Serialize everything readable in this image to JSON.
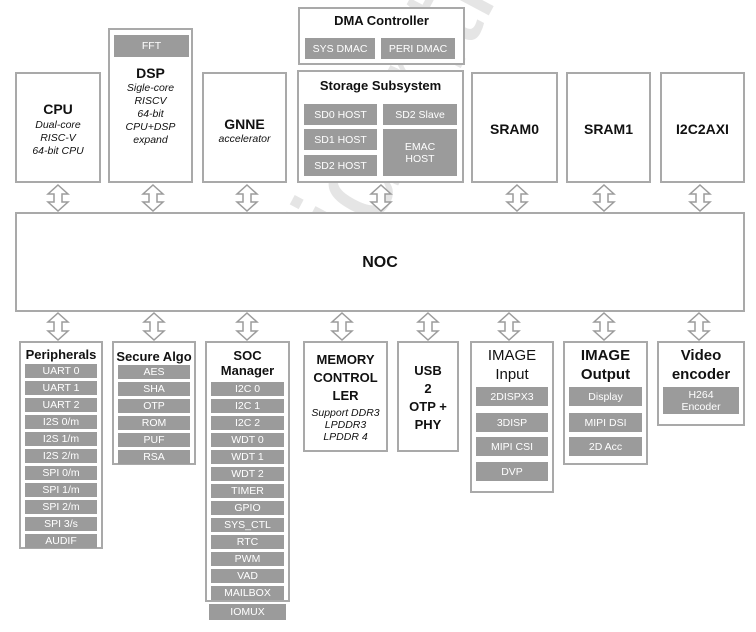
{
  "watermark": "fidential",
  "dma": {
    "title": "DMA Controller",
    "items": [
      "SYS DMAC",
      "PERI DMAC"
    ]
  },
  "cpu": {
    "title": "CPU",
    "sub": [
      "Dual-core",
      "RISC-V",
      "64-bit CPU"
    ]
  },
  "dsp": {
    "chip": "FFT",
    "title": "DSP",
    "sub": [
      "Sigle-core",
      "RISCV",
      "64-bit",
      "CPU+DSP",
      "expand"
    ]
  },
  "gnne": {
    "title": "GNNE",
    "sub": "accelerator"
  },
  "storage": {
    "title": "Storage Subsystem",
    "items": [
      "SD0 HOST",
      "SD2 Slave",
      "SD1 HOST",
      "SD2 HOST",
      "EMAC HOST"
    ]
  },
  "sram0": "SRAM0",
  "sram1": "SRAM1",
  "i2c2axi": "I2C2AXI",
  "noc": "NOC",
  "peripherals": {
    "title": "Peripherals",
    "items": [
      "UART 0",
      "UART 1",
      "UART 2",
      "I2S 0/m",
      "I2S 1/m",
      "I2S 2/m",
      "SPI 0/m",
      "SPI 1/m",
      "SPI 2/m",
      "SPI 3/s",
      "AUDIF"
    ]
  },
  "secure": {
    "title": "Secure Algo",
    "items": [
      "AES",
      "SHA",
      "OTP",
      "ROM",
      "PUF",
      "RSA"
    ]
  },
  "soc": {
    "title": [
      "SOC",
      "Manager"
    ],
    "items": [
      "I2C 0",
      "I2C 1",
      "I2C 2",
      "WDT 0",
      "WDT 1",
      "WDT 2",
      "TIMER",
      "GPIO",
      "SYS_CTL",
      "RTC",
      "PWM",
      "VAD",
      "MAILBOX"
    ],
    "iomux": "IOMUX"
  },
  "memctl": {
    "title": [
      "MEMORY",
      "CONTROL",
      "LER"
    ],
    "sub": [
      "Support DDR3",
      "LPDDR3",
      "LPDDR 4"
    ]
  },
  "usb": {
    "title": [
      "USB",
      "2",
      "OTP +",
      "PHY"
    ]
  },
  "image_in": {
    "title": [
      "IMAGE",
      "Input"
    ],
    "items": [
      "2DISPX3",
      "3DISP",
      "MIPI CSI",
      "DVP"
    ]
  },
  "image_out": {
    "title": [
      "IMAGE",
      "Output"
    ],
    "items": [
      "Display",
      "MIPI DSI",
      "2D Acc"
    ]
  },
  "video": {
    "title": [
      "Video",
      "encoder"
    ],
    "items": [
      "H264 Encoder"
    ]
  }
}
